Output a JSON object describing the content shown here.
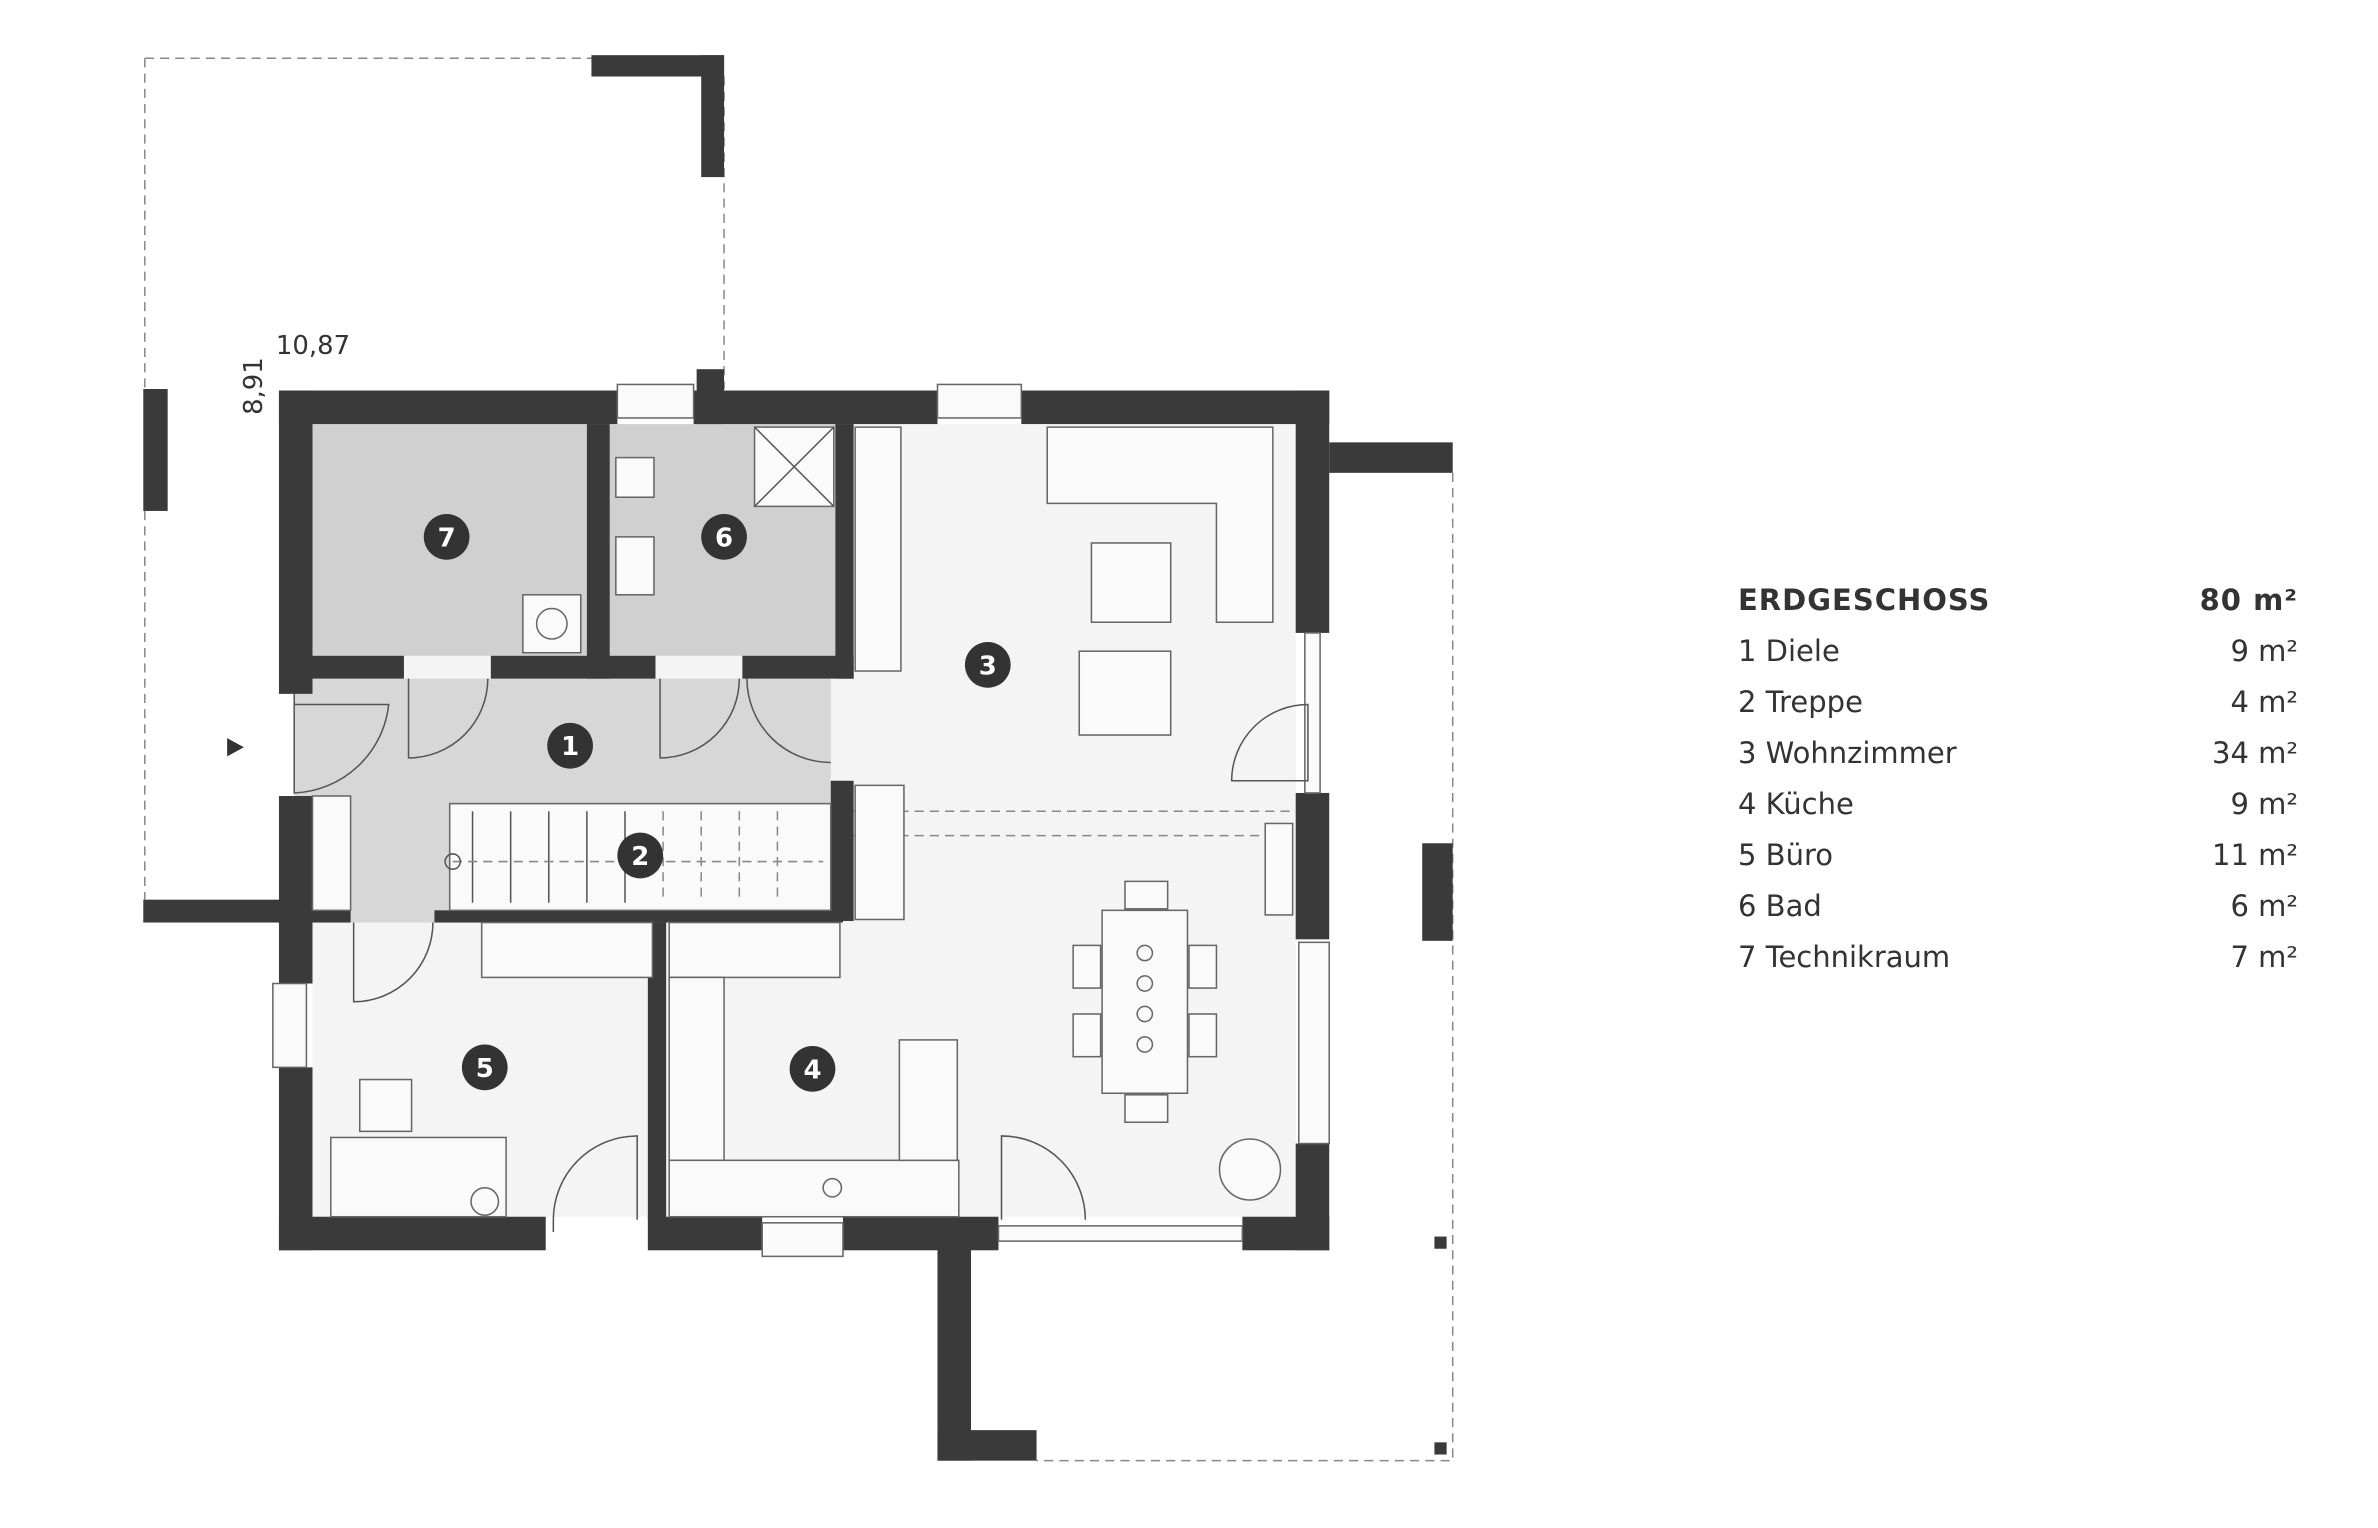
{
  "dimensions": {
    "width_label": "10,87",
    "depth_label": "8,91"
  },
  "legend": {
    "title": "ERDGESCHOSS",
    "total": "80 m²",
    "rooms": [
      {
        "number": "1",
        "name": "1  Diele",
        "area": "9 m²"
      },
      {
        "number": "2",
        "name": "2 Treppe",
        "area": "4 m²"
      },
      {
        "number": "3",
        "name": "3 Wohnzimmer",
        "area": "34 m²"
      },
      {
        "number": "4",
        "name": "4 Küche",
        "area": "9 m²"
      },
      {
        "number": "5",
        "name": "5 Büro",
        "area": "11 m²"
      },
      {
        "number": "6",
        "name": "6 Bad",
        "area": "6 m²"
      },
      {
        "number": "7",
        "name": "7 Technikraum",
        "area": "7 m²"
      }
    ]
  },
  "colors": {
    "wall": "#3a3a3a",
    "service_rooms": "#d0d0d0",
    "living_rooms": "#f4f4f4"
  }
}
